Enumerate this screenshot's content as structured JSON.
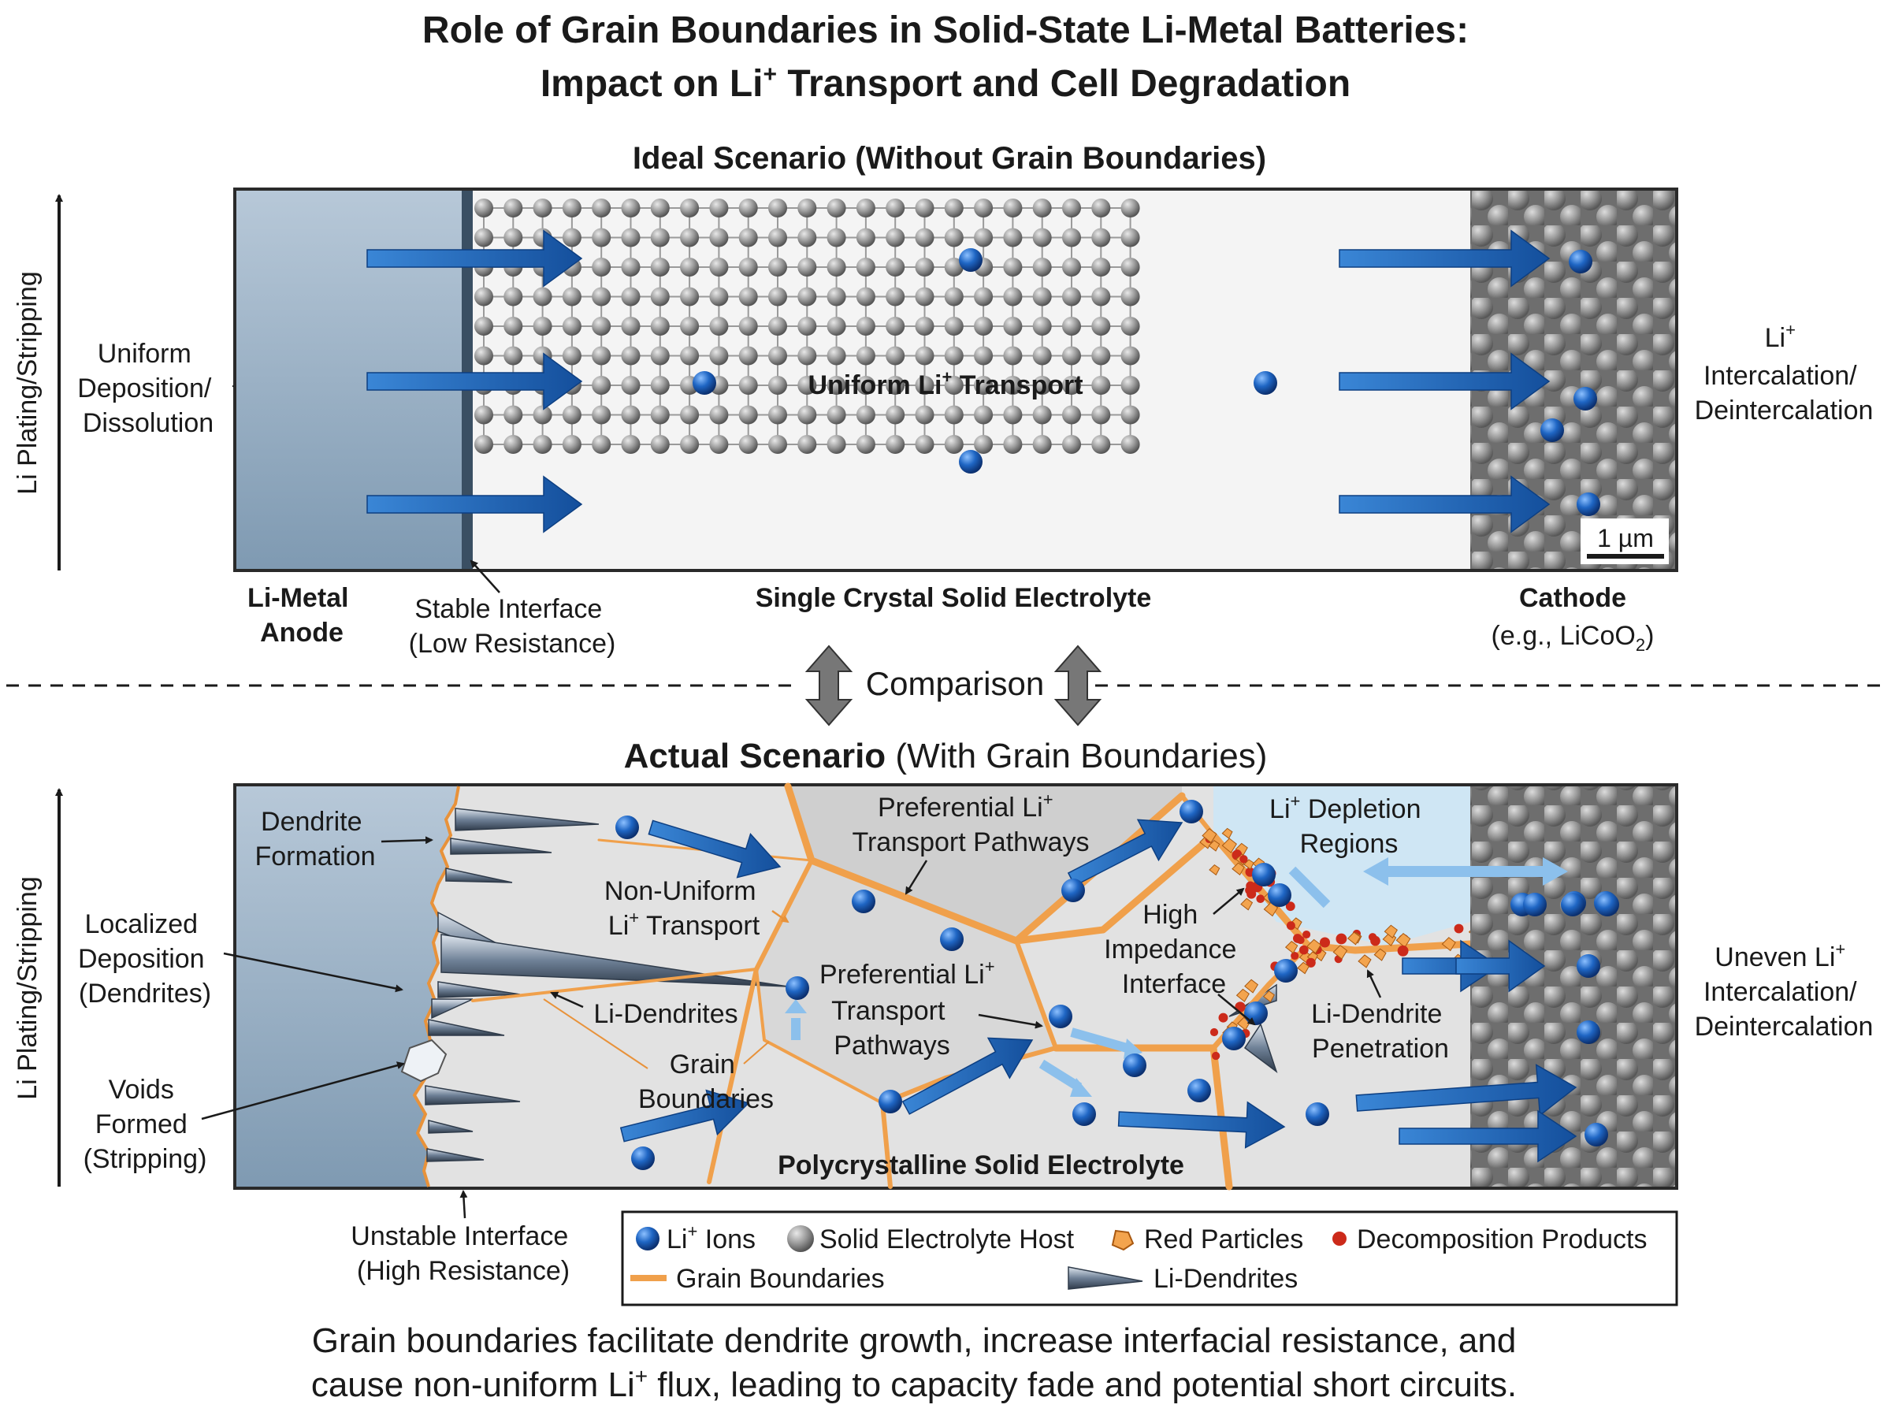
{
  "title": {
    "line1": "Role of Grain Boundaries in Solid-State Li-Metal Batteries:",
    "line2_pre": "Impact on Li",
    "line2_sup": "+",
    "line2_post": " Transport and Cell Degradation"
  },
  "ideal": {
    "heading": "Ideal Scenario (Without Grain Boundaries)",
    "axis_label": "Li Plating/Stripping",
    "left_label": [
      "Uniform",
      "Deposition/",
      "Dissolution"
    ],
    "center_label_pre": "Uniform Li",
    "center_label_sup": "+",
    "center_label_post": " Transport",
    "right_label_l1": "Li",
    "right_label_l1_sup": "+",
    "right_label": [
      "Intercalation/",
      "Deintercalation"
    ],
    "scale_bar": "1 µm",
    "bottom_anode": [
      "Li-Metal",
      "Anode"
    ],
    "bottom_interface": [
      "Stable Interface",
      "(Low Resistance)"
    ],
    "bottom_electrolyte": "Single Crystal Solid Electrolyte",
    "bottom_cathode": "Cathode",
    "bottom_cathode_ex_pre": "(e.g., LiCoO",
    "bottom_cathode_ex_sub": "2",
    "bottom_cathode_ex_post": ")"
  },
  "comparison": "Comparison",
  "actual": {
    "heading_bold": "Actual Scenario",
    "heading_rest": " (With Grain Boundaries)",
    "axis_label": "Li Plating/Stripping",
    "dendrite_formation": [
      "Dendrite",
      "Formation"
    ],
    "localized": [
      "Localized",
      "Deposition",
      "(Dendrites)"
    ],
    "voids": [
      "Voids",
      "Formed",
      "(Stripping)"
    ],
    "unstable": [
      "Unstable Interface",
      "(High Resistance)"
    ],
    "non_uniform_l1": "Non-Uniform",
    "non_uniform_l2_pre": "Li",
    "non_uniform_l2_sup": "+",
    "non_uniform_l2_post": " Transport",
    "li_dendrites": "Li-Dendrites",
    "grain_boundaries": [
      "Grain",
      "Boundaries"
    ],
    "pref_top_l1_pre": "Preferential Li",
    "pref_top_l1_sup": "+",
    "pref_top_l2": "Transport Pathways",
    "pref_mid_l1_pre": "Preferential Li",
    "pref_mid_l1_sup": "+",
    "pref_mid": [
      "Transport",
      "Pathways"
    ],
    "high_impedance": [
      "High",
      "Impedance",
      "Interface"
    ],
    "depletion_l1_pre": "Li",
    "depletion_l1_sup": "+",
    "depletion_l1_post": " Depletion",
    "depletion_l2": "Regions",
    "penetration": [
      "Li-Dendrite",
      "Penetration"
    ],
    "electrolyte": "Polycrystalline Solid Electrolyte",
    "right_l1_pre": "Uneven Li",
    "right_l1_sup": "+",
    "right": [
      "Intercalation/",
      "Deintercalation"
    ]
  },
  "legend": {
    "li_ions_pre": "Li",
    "li_ions_sup": "+",
    "li_ions_post": " Ions",
    "host": "Solid Electrolyte Host",
    "red_particles": "Red Particles",
    "decomposition": "Decomposition Products",
    "grain_boundaries": "Grain Boundaries",
    "li_dendrites": "Li-Dendrites"
  },
  "caption": {
    "line1": "Grain boundaries facilitate dendrite growth, increase interfacial resistance, and",
    "line2_pre": "cause non-uniform Li",
    "line2_sup": "+",
    "line2_post": " flux, leading to capacity fade and potential short circuits."
  },
  "colors": {
    "li_ion": "#1f66c4",
    "host": "#8a8a8a",
    "grain_boundary": "#f0a04b",
    "red_particle": "#e2893a",
    "decomposition": "#cc2a1a",
    "arrow": "#1b5fb0",
    "anode": "#9bb2c6",
    "depletion": "#cde6f5"
  }
}
